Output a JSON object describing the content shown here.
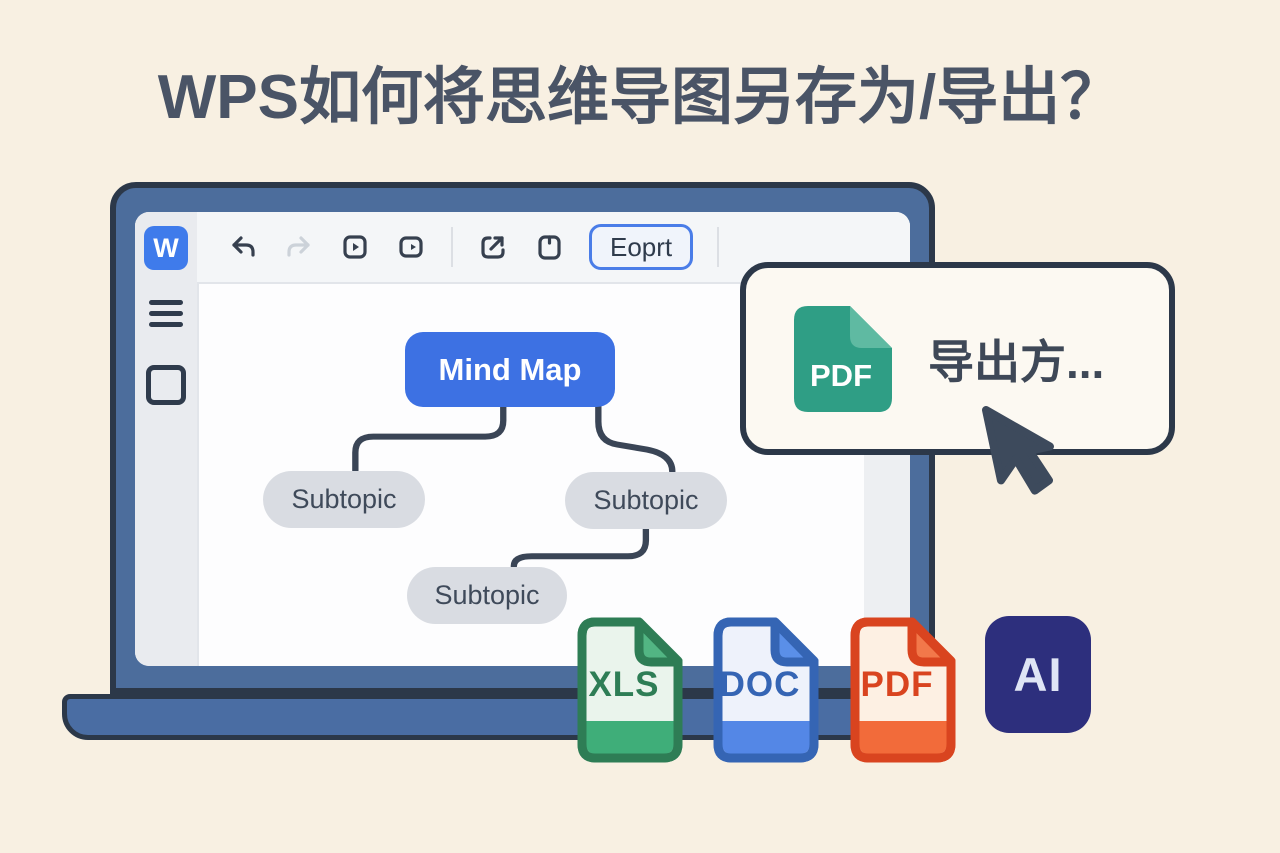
{
  "title": "WPS如何将思维导图另存为/导出？",
  "app": {
    "logo": "W",
    "sidebar": {
      "icons": [
        "menu-icon",
        "shape-square-icon"
      ]
    },
    "toolbar": {
      "icons": [
        "undo-icon",
        "redo-icon",
        "play-icon",
        "present-icon",
        "share-icon",
        "clipboard-icon"
      ],
      "export_button": "Eoprt"
    },
    "canvas": {
      "root_node": "Mind Map",
      "subtopics": [
        "Subtopic",
        "Subtopic",
        "Subtopic"
      ]
    }
  },
  "popup": {
    "file_icon": "pdf-file-icon",
    "file_icon_label": "PDF",
    "label": "导出方..."
  },
  "file_formats": [
    {
      "label": "XLS",
      "border": "#2e7d55",
      "body": "#eaf4ec",
      "band": "#3fae79",
      "fold": "#52b583"
    },
    {
      "label": "DOC",
      "border": "#3565b4",
      "body": "#eef2fb",
      "band": "#5487e6",
      "fold": "#5a8fe8"
    },
    {
      "label": "PDF",
      "border": "#d9441f",
      "body": "#fdf0e3",
      "band": "#f26b3a",
      "fold": "#f2784a"
    },
    {
      "label": "AI",
      "background": "#2d2f7d",
      "text": "#dfe5f5"
    }
  ],
  "colors": {
    "page_background": "#f8f0e2",
    "title_text": "#4a5466",
    "laptop_frame": "#2c3849",
    "laptop_bezel": "#4c6d9c",
    "laptop_base": "#4a6da3",
    "wps_blue": "#3f7beb",
    "root_node_blue": "#3d71e3",
    "subtopic_gray": "#d9dce2",
    "connector": "#3a4556",
    "popup_pdf_teal": "#2f9e85",
    "export_button_border": "#4a7de8"
  }
}
